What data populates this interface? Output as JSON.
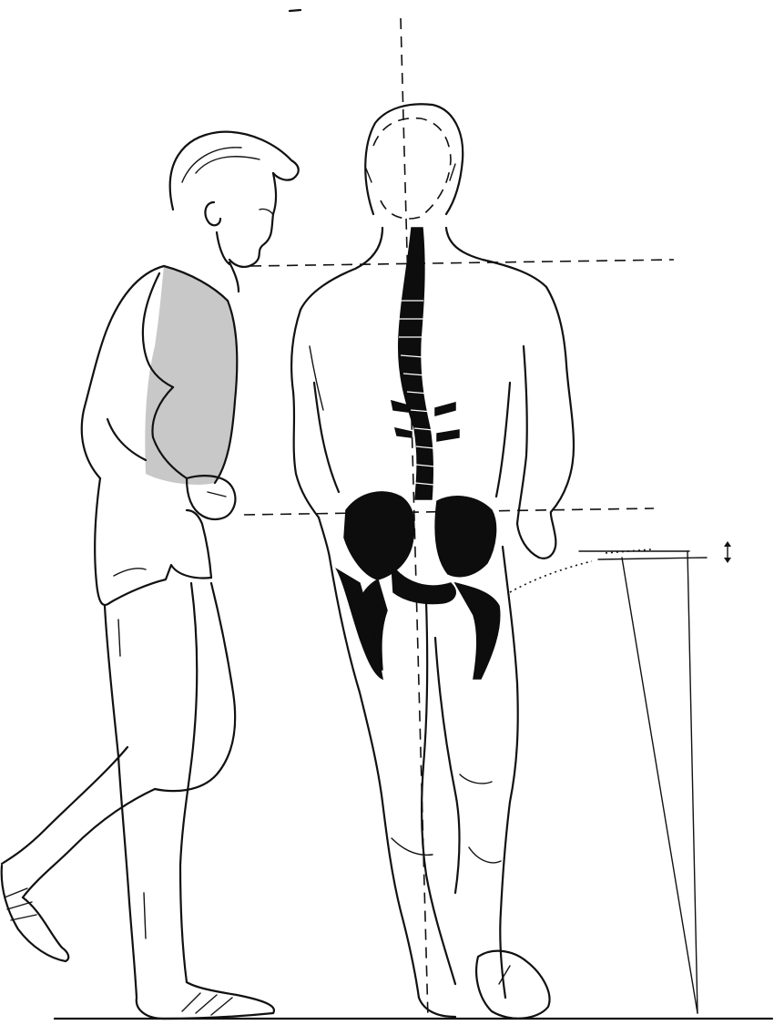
{
  "illustration": {
    "figures": [
      "walking-man-side-view",
      "standing-man-back-view-with-skeleton"
    ],
    "reference_lines": [
      "vertical-plumb-line",
      "shoulder-level-line",
      "pelvis-level-line",
      "leg-length-triangle"
    ],
    "colors": {
      "ink": "#111111",
      "bone": "#0d0d0d",
      "shirt": "#9a9a9a",
      "background": "#ffffff"
    }
  }
}
